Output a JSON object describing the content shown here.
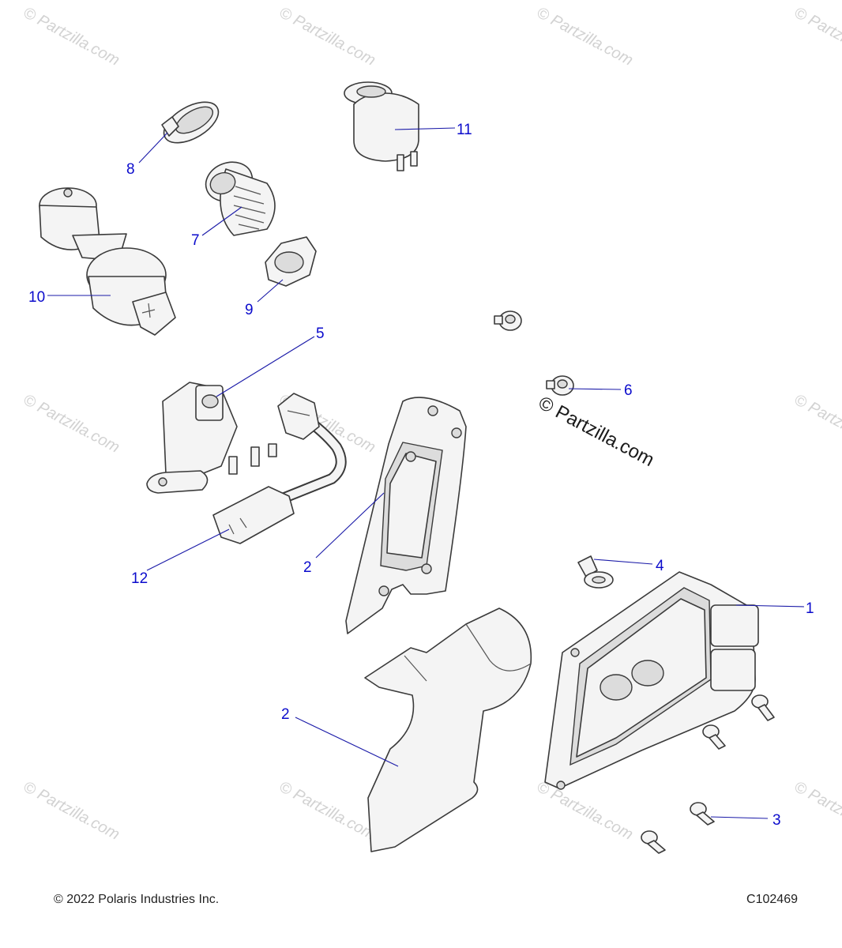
{
  "watermark": {
    "text": "© Partzilla.com"
  },
  "callouts": {
    "c1": "1",
    "c2a": "2",
    "c2b": "2",
    "c3": "3",
    "c4": "4",
    "c5": "5",
    "c6": "6",
    "c7": "7",
    "c8": "8",
    "c9": "9",
    "c10": "10",
    "c11": "11",
    "c12": "12"
  },
  "footer": {
    "copyright": "© 2022 Polaris Industries Inc.",
    "diagram_id": "C102469"
  }
}
